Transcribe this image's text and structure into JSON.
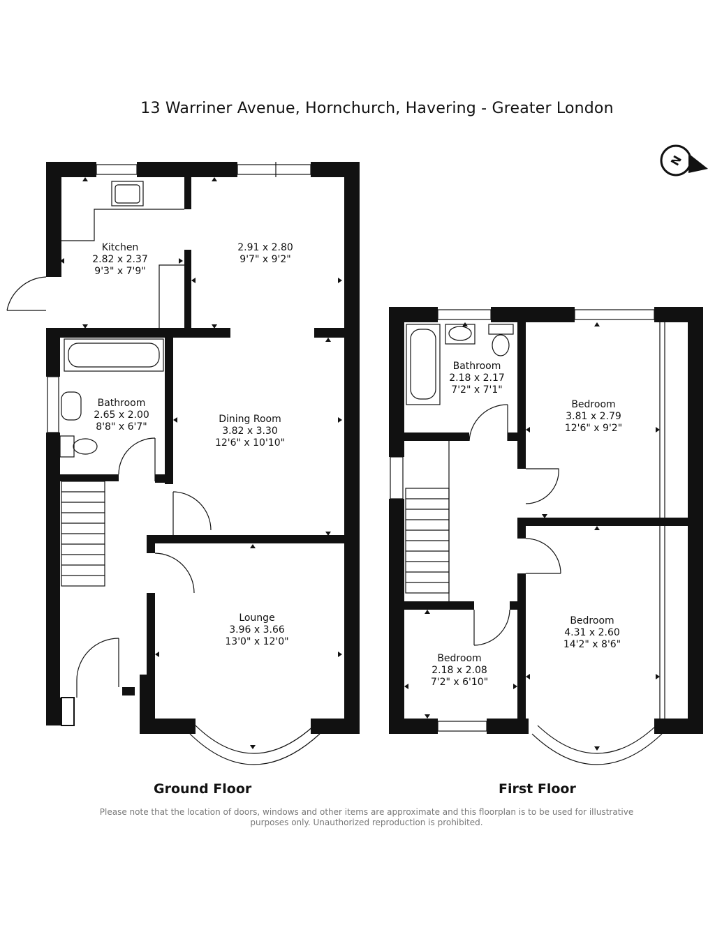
{
  "title": "13 Warriner Avenue, Hornchurch, Havering - Greater London",
  "compass": "N",
  "ground_floor": {
    "label": "Ground Floor",
    "rooms": {
      "kitchen": {
        "name": "Kitchen",
        "metric": "2.82 x 2.37",
        "imperial": "9'3\" x 7'9\""
      },
      "reception": {
        "name": "",
        "metric": "2.91 x 2.80",
        "imperial": "9'7\" x 9'2\""
      },
      "bathroom": {
        "name": "Bathroom",
        "metric": "2.65 x 2.00",
        "imperial": "8'8\" x 6'7\""
      },
      "dining": {
        "name": "Dining Room",
        "metric": "3.82 x 3.30",
        "imperial": "12'6\" x 10'10\""
      },
      "lounge": {
        "name": "Lounge",
        "metric": "3.96 x 3.66",
        "imperial": "13'0\" x 12'0\""
      }
    }
  },
  "first_floor": {
    "label": "First Floor",
    "rooms": {
      "bathroom": {
        "name": "Bathroom",
        "metric": "2.18 x 2.17",
        "imperial": "7'2\" x 7'1\""
      },
      "bedroom_rear": {
        "name": "Bedroom",
        "metric": "3.81 x 2.79",
        "imperial": "12'6\" x 9'2\""
      },
      "bedroom_front": {
        "name": "Bedroom",
        "metric": "4.31 x 2.60",
        "imperial": "14'2\" x 8'6\""
      },
      "bedroom_small": {
        "name": "Bedroom",
        "metric": "2.18 x 2.08",
        "imperial": "7'2\" x 6'10\""
      }
    }
  },
  "disclaimer": "Please note that the location of doors, windows and other items are approximate and this floorplan is to be used for illustrative purposes only. Unauthorized reproduction is prohibited."
}
